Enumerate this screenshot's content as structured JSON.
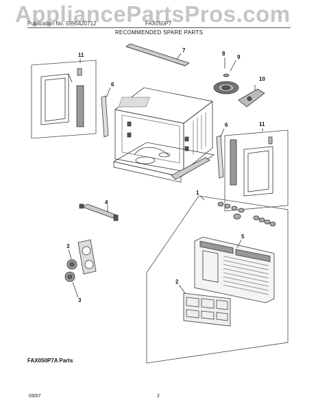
{
  "watermark": "AppliancePartsPros.com",
  "header": {
    "left_text": "Publication No. 5995420712",
    "model_text": "FAX050P7",
    "title": "RECOMMENDED SPARE PARTS"
  },
  "callouts": {
    "c1": "1",
    "c2": "2",
    "c3a": "3",
    "c3b": "3",
    "c4": "4",
    "c5": "5",
    "c6a": "6",
    "c6b": "6",
    "c7": "7",
    "c8": "8",
    "c9": "9",
    "c10": "10",
    "c11a": "11",
    "c11b": "11"
  },
  "parts_label": "FAX050P7A Parts",
  "footer": {
    "date": "03/07",
    "page": "2"
  }
}
